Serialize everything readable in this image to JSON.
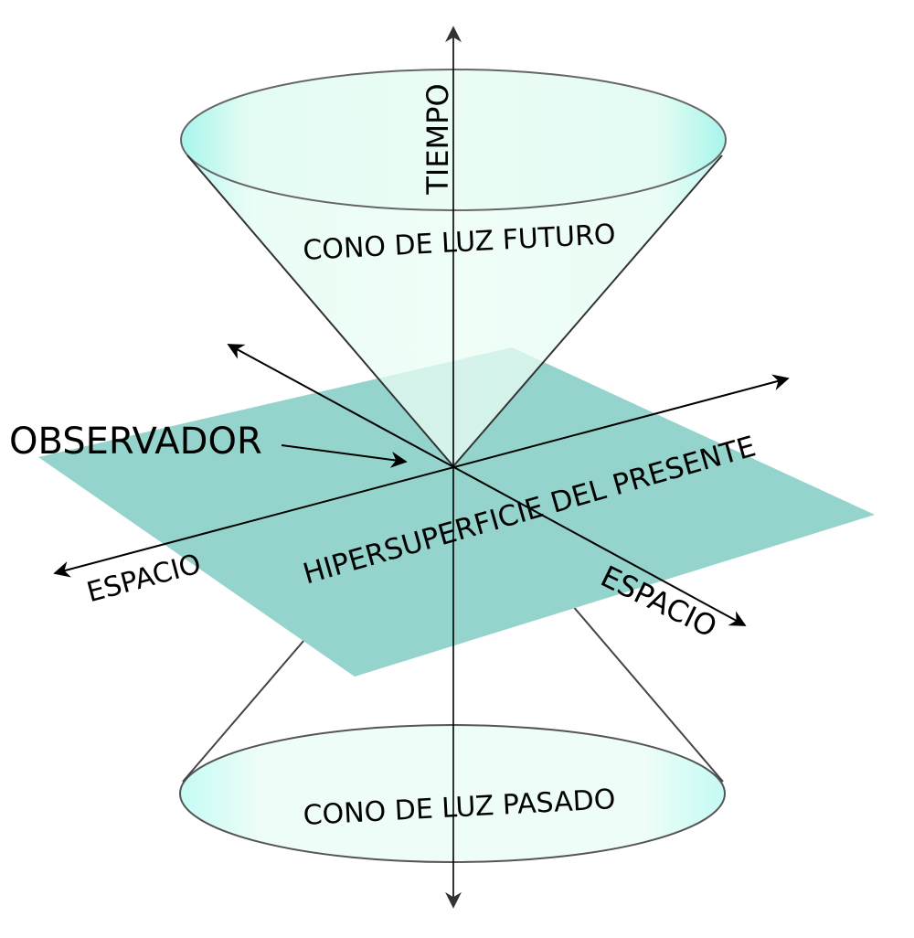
{
  "labels": {
    "time_axis": "TIEMPO",
    "future_cone": "CONO DE LUZ FUTURO",
    "past_cone": "CONO DE LUZ PASADO",
    "observer": "OBSERVADOR",
    "space_left": "ESPACIO",
    "space_right": "ESPACIO",
    "present_hypersurface": "HIPERSUPERFICIE DEL PRESENTE"
  },
  "colors": {
    "plane": "#94d4cc",
    "cone_fill": "#e8fdf4",
    "cone_edge": "#aef7ee",
    "line": "#000000"
  }
}
